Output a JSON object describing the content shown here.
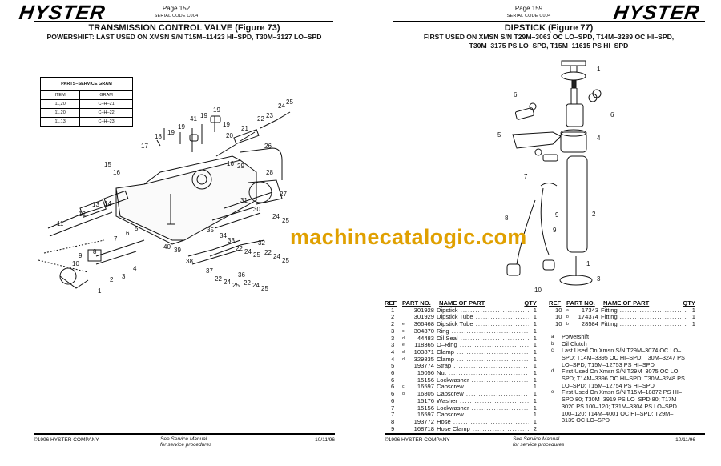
{
  "left_page": {
    "logo": "HYSTER",
    "page": "Page 152",
    "serial_code": "SERIAL CODE C004",
    "title": "TRANSMISSION CONTROL VALVE (Figure 73)",
    "subtitle": "POWERSHIFT: LAST USED ON XMSN S/N T15M–11423 HI–SPD, T30M–3127 LO–SPD",
    "gram_table": {
      "title": "PARTS–SERVICE GRAM",
      "headers": [
        "ITEM",
        "GRAM"
      ],
      "rows": [
        [
          "11,20",
          "C–H–21"
        ],
        [
          "11,20",
          "C–H–22"
        ],
        [
          "11,13",
          "C–H–23"
        ]
      ]
    },
    "callouts": [
      "19",
      "19",
      "41",
      "19",
      "19",
      "19",
      "18",
      "17",
      "20",
      "21",
      "22",
      "23",
      "24",
      "25",
      "26",
      "16",
      "29",
      "28",
      "15",
      "16",
      "27",
      "31",
      "30",
      "13",
      "14",
      "12",
      "11",
      "24",
      "25",
      "35",
      "34",
      "33",
      "6",
      "5",
      "7",
      "40",
      "39",
      "22",
      "24",
      "25",
      "32",
      "22",
      "24",
      "25",
      "8",
      "9",
      "10",
      "4",
      "3",
      "2",
      "38",
      "37",
      "36",
      "22",
      "24",
      "25",
      "22",
      "24",
      "25",
      "1"
    ],
    "footer": {
      "copyright": "©1996 HYSTER COMPANY",
      "note_line1": "See Service Manual",
      "note_line2": "for service procedures",
      "date": "10/11/96"
    }
  },
  "right_page": {
    "logo": "HYSTER",
    "page": "Page 159",
    "serial_code": "SERIAL CODE C004",
    "title": "DIPSTICK (Figure 77)",
    "subtitle_line1": "FIRST USED ON XMSN S/N T29M–3063 OC LO–SPD, T14M–3289 OC HI–SPD,",
    "subtitle_line2": "T30M–3175 PS LO–SPD, T15M–11615 PS HI–SPD",
    "callouts": [
      "1",
      "6",
      "6",
      "5",
      "4",
      "7",
      "9",
      "2",
      "8",
      "9",
      "1",
      "3",
      "10"
    ],
    "parts_headers": {
      "ref": "REF",
      "part": "PART NO.",
      "name": "NAME OF PART",
      "qty": "QTY"
    },
    "parts_left": [
      {
        "ref": "1",
        "note": "",
        "part": "301928",
        "name": "Dipstick",
        "qty": "1"
      },
      {
        "ref": "2",
        "note": "",
        "part": "301929",
        "name": "Dipstick Tube",
        "qty": "1"
      },
      {
        "ref": "2",
        "note": "e",
        "part": "366468",
        "name": "Dipstick Tube",
        "qty": "1"
      },
      {
        "ref": "3",
        "note": "c",
        "part": "304370",
        "name": "Ring",
        "qty": "1"
      },
      {
        "ref": "3",
        "note": "d",
        "part": "44483",
        "name": "Oil Seal",
        "qty": "1"
      },
      {
        "ref": "3",
        "note": "e",
        "part": "118365",
        "name": "O–Ring",
        "qty": "1"
      },
      {
        "ref": "4",
        "note": "d",
        "part": "103871",
        "name": "Clamp",
        "qty": "1"
      },
      {
        "ref": "4",
        "note": "d",
        "part": "329835",
        "name": "Clamp",
        "qty": "1"
      },
      {
        "ref": "5",
        "note": "",
        "part": "193774",
        "name": "Strap",
        "qty": "1"
      },
      {
        "ref": "6",
        "note": "",
        "part": "15056",
        "name": "Nut",
        "qty": "1"
      },
      {
        "ref": "6",
        "note": "",
        "part": "15156",
        "name": "Lockwasher",
        "qty": "1"
      },
      {
        "ref": "6",
        "note": "c",
        "part": "16597",
        "name": "Capscrew",
        "qty": "1"
      },
      {
        "ref": "6",
        "note": "d",
        "part": "16805",
        "name": "Capscrew",
        "qty": "1"
      },
      {
        "ref": "6",
        "note": "",
        "part": "15176",
        "name": "Washer",
        "qty": "1"
      },
      {
        "ref": "7",
        "note": "",
        "part": "15156",
        "name": "Lockwasher",
        "qty": "1"
      },
      {
        "ref": "7",
        "note": "",
        "part": "16597",
        "name": "Capscrew",
        "qty": "1"
      },
      {
        "ref": "8",
        "note": "",
        "part": "193772",
        "name": "Hose",
        "qty": "1"
      },
      {
        "ref": "9",
        "note": "",
        "part": "168718",
        "name": "Hose Clamp",
        "qty": "2"
      }
    ],
    "parts_right": [
      {
        "ref": "10",
        "note": "a",
        "part": "17343",
        "name": "Fitting",
        "qty": "1"
      },
      {
        "ref": "10",
        "note": "b",
        "part": "174374",
        "name": "Fitting",
        "qty": "1"
      },
      {
        "ref": "10",
        "note": "b",
        "part": "28584",
        "name": "Fitting",
        "qty": "1"
      }
    ],
    "notes": [
      {
        "key": "a",
        "text": "Powershift"
      },
      {
        "key": "b",
        "text": "Oil Clutch"
      },
      {
        "key": "c",
        "text": "Last Used On Xmsn S/N T29M–3074 OC LO–SPD; T14M–3395 OC HI–SPD; T30M–3247 PS LO–SPD; T15M–12753 PS HI–SPD"
      },
      {
        "key": "d",
        "text": "First Used On Xmsn S/N T29M–3075 OC LO–SPD; T14M–3396 OC HI–SPD; T30M–3248 PS LO–SPD; T15M–12754 PS HI–SPD"
      },
      {
        "key": "e",
        "text": "First Used On Xmsn S/N T15M–18872 PS HI–SPD 80; T30M–3919 PS LO–SPD 80; T17M–3020 PS 100–120; T31M–3304 PS LO–SPD 100–120; T14M–4001 OC HI–SPD; T29M–3139 OC LO–SPD"
      }
    ],
    "footer": {
      "copyright": "©1996 HYSTER COMPANY",
      "note_line1": "See Service Manual",
      "note_line2": "for service procedures",
      "date": "10/11/96"
    }
  },
  "watermark": "machinecatalogic.com",
  "colors": {
    "watermark": "#e0a000",
    "ink": "#111111"
  }
}
